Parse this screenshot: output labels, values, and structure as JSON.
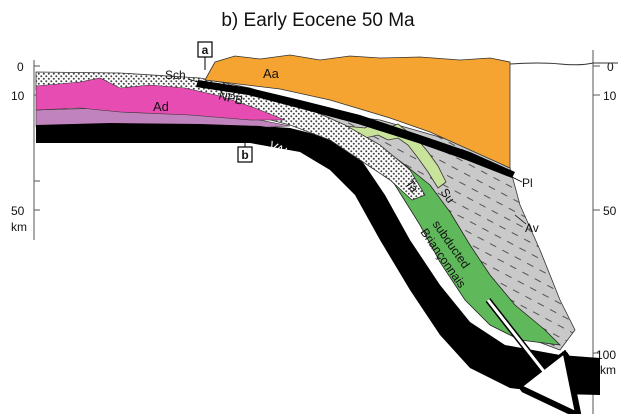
{
  "title": "b) Early Eocene    50 Ma",
  "depth_axis_left": {
    "ticks": [
      "0",
      "10",
      "50",
      "km"
    ]
  },
  "depth_axis_right": {
    "ticks": [
      "0",
      "10",
      "50",
      "100",
      "km"
    ]
  },
  "section_markers": {
    "a": "a",
    "b": "b"
  },
  "unit_labels": {
    "aa": "Aa",
    "ad": "Ad",
    "sch": "Sch",
    "npb": "NPB",
    "valais": "VALAIS O.",
    "pl": "Pl",
    "av": "Av",
    "ta": "Ta",
    "su": "Su",
    "subducted": "subducted",
    "brianconnais": "Briançonnais"
  },
  "colors": {
    "adria_orange": "#f5a431",
    "adria_magenta": "#e64cb1",
    "adria_mauve": "#c183bd",
    "brianconnais_green": "#5fb85a",
    "nappe_lightgreen": "#c9e49a",
    "accretionary_grey": "#c8c8c8",
    "lithosphere_black": "#000000",
    "flysch_dots": "#555555"
  }
}
